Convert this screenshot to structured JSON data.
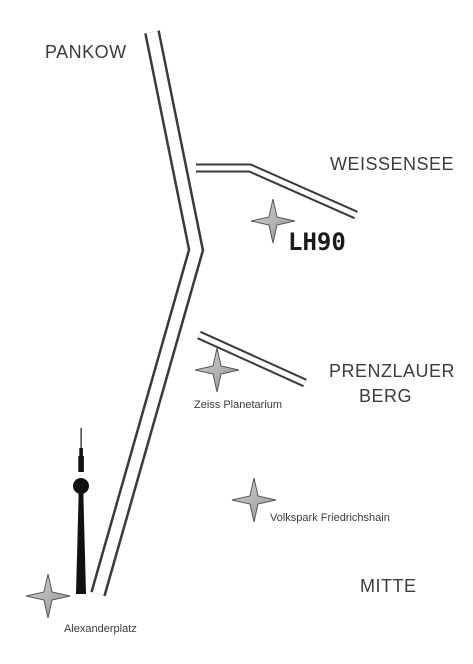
{
  "districts": {
    "pankow": "PANKOW",
    "weissensee": "WEISSENSEE",
    "prenzlauer_line1": "PRENZLAUER",
    "prenzlauer_line2": "BERG",
    "mitte": "MITTE"
  },
  "brand": {
    "label": "LH90"
  },
  "places": {
    "zeiss": "Zeiss Planetarium",
    "volkspark": "Volkspark Friedrichshain",
    "alexanderplatz": "Alexanderplatz"
  },
  "icons": {
    "star": "star-marker-icon",
    "tower": "tv-tower-icon"
  },
  "colors": {
    "road_outline": "#3a3a3a",
    "road_fill": "#ffffff",
    "star_fill": "#a8a8a8",
    "star_outline": "#555555",
    "text": "#3c3c3c"
  }
}
